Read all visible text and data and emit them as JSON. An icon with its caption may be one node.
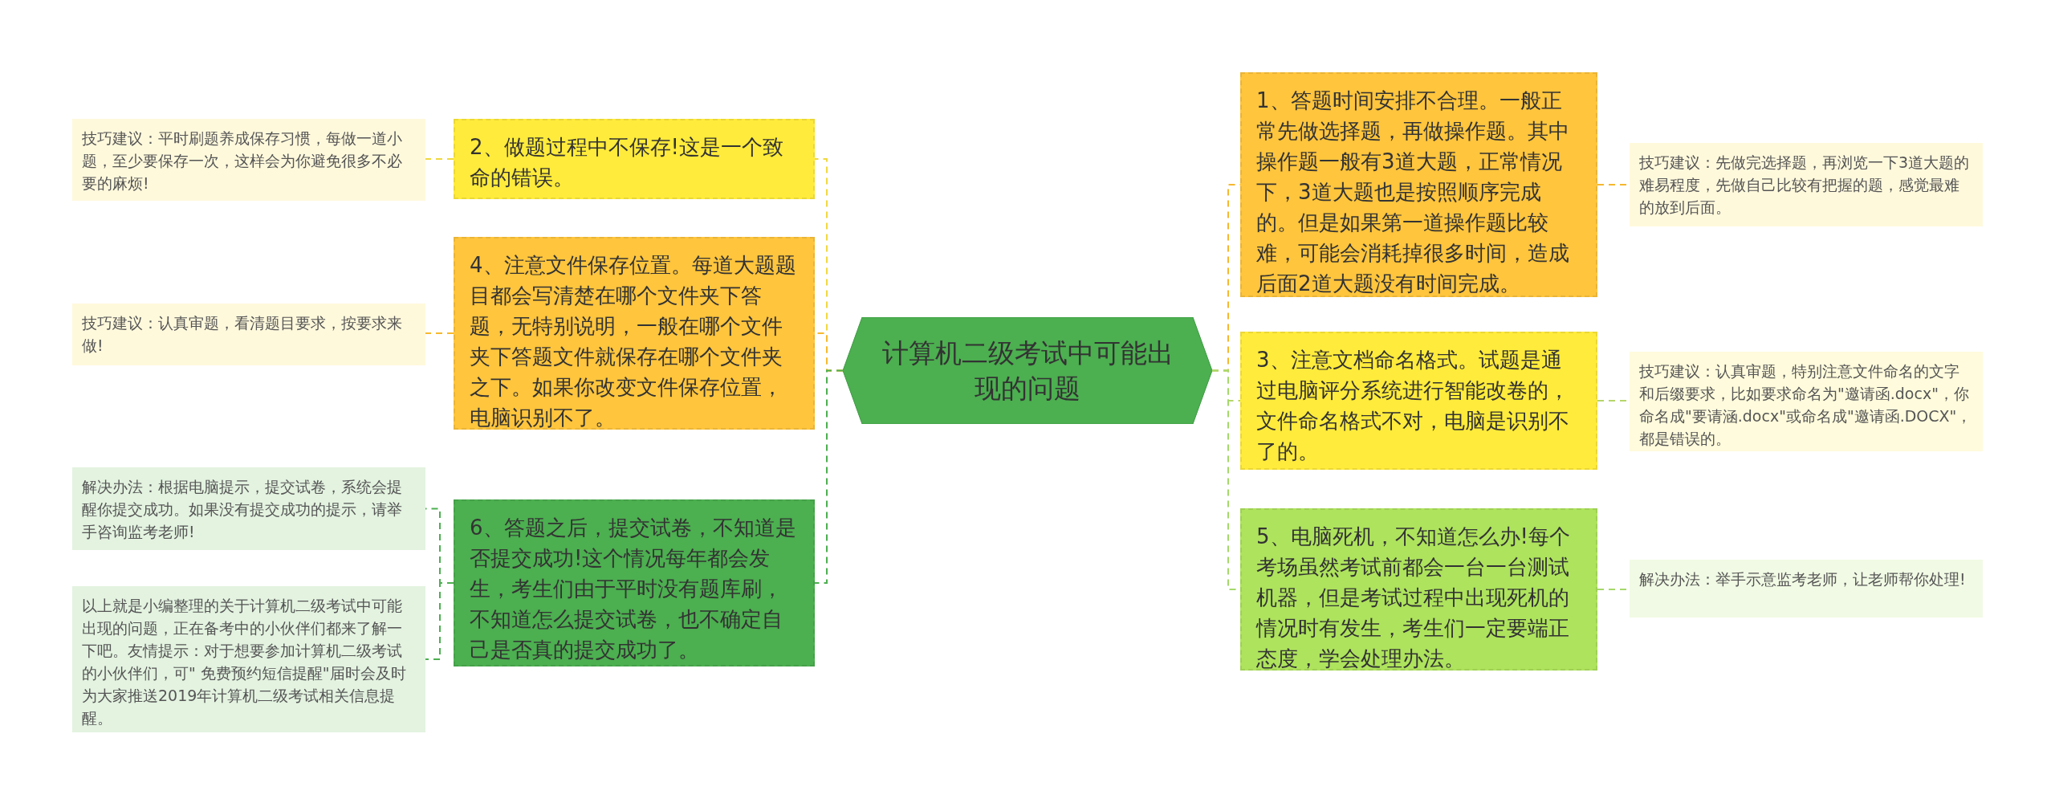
{
  "diagram": {
    "nodes": [
      {
        "text": [
          "计算机二级考试中可能出现的问题"
        ]
      },
      {
        "text": [
          "1、答题时间安排不合理。一般正常先做选择题，再做操作题。其中操作题一般有3道大题，正常情况下，3道大题也是按照顺序完成的。但是如果第一道操作题比较难，可能会消耗掉很多时间，造成后面2道大题没有时间完成。"
        ]
      },
      {
        "text": [
          "技巧建议：先做完选择题，再浏览一下3道大题的难易程度，先做自己比较有把握的题，感觉最难的放到后面。"
        ]
      },
      {
        "text": [
          "3、注意文档命名格式。试题是通过电脑评分系统进行智能改卷的，文件命名格式不对，电脑是识别不了的。"
        ]
      },
      {
        "text": [
          "技巧建议：认真审题，特别注意文件命名的文字和后缀要求，比如要求命名为\"邀请函.docx\"，你命名成\"要请涵.docx\"或命名成\"邀请函.DOCX\"，都是错误的。"
        ]
      },
      {
        "text": [
          "5、电脑死机，不知道怎么办!每个考场虽然考试前都会一台一台测试机器，但是考试过程中出现死机的情况时有发生，考生们一定要端正态度，学会处理办法。"
        ]
      },
      {
        "text": [
          "解决办法：举手示意监考老师，让老师帮你处理!"
        ]
      },
      {
        "text": [
          "2、做题过程中不保存!这是一个致命的错误。"
        ]
      },
      {
        "text": [
          "技巧建议：平时刷题养成保存习惯，每做一道小题，至少要保存一次，这样会为你避免很多不必要的麻烦!"
        ]
      },
      {
        "text": [
          "4、注意文件保存位置。每道大题题目都会写清楚在哪个文件夹下答题，无特别说明，一般在哪个文件夹下答题文件就保存在哪个文件夹之下。如果你改变文件保存位置，电脑识别不了。"
        ]
      },
      {
        "text": [
          "技巧建议：认真审题，看清题目要求，按要求来做!"
        ]
      },
      {
        "text": [
          "6、答题之后，提交试卷，不知道是否提交成功!这个情况每年都会发生，考生们由于平时没有题库刷，不知道怎么提交试卷，也不确定自己是否真的提交成功了。"
        ]
      },
      {
        "text": [
          "解决办法：根据电脑提示，提交试卷，系统会提醒你提交成功。如果没有提交成功的提示，请举手咨询监考老师!"
        ]
      },
      {
        "text": [
          "以上就是小编整理的关于计算机二级考试中可能出现的问题，正在备考中的小伙伴们都来了解一下吧。友情提示：对于想要参加计算机二级考试的小伙伴们，可\" 免费预约短信提醒\"届时会及时为大家推送2019年计算机二级考试相关信息提醒。"
        ]
      }
    ],
    "edges": [
      {
        "from": 0,
        "to": 1,
        "arrow": "none",
        "style": "dashed",
        "color": "#f5b82e"
      },
      {
        "from": 1,
        "to": 2,
        "arrow": "none",
        "style": "dashed",
        "color": "#f5b82e"
      },
      {
        "from": 0,
        "to": 3,
        "arrow": "none",
        "style": "dashed",
        "color": "#b5d56a"
      },
      {
        "from": 3,
        "to": 4,
        "arrow": "none",
        "style": "dashed",
        "color": "#b5d56a"
      },
      {
        "from": 0,
        "to": 5,
        "arrow": "none",
        "style": "dashed",
        "color": "#a5d86a"
      },
      {
        "from": 5,
        "to": 6,
        "arrow": "none",
        "style": "dashed",
        "color": "#a5d86a"
      },
      {
        "from": 0,
        "to": 7,
        "arrow": "none",
        "style": "dashed",
        "color": "#f0d840"
      },
      {
        "from": 7,
        "to": 8,
        "arrow": "none",
        "style": "dashed",
        "color": "#f0d840"
      },
      {
        "from": 0,
        "to": 9,
        "arrow": "none",
        "style": "dashed",
        "color": "#f5b82e"
      },
      {
        "from": 9,
        "to": 10,
        "arrow": "none",
        "style": "dashed",
        "color": "#f5b82e"
      },
      {
        "from": 0,
        "to": 11,
        "arrow": "none",
        "style": "dashed",
        "color": "#4caf50"
      },
      {
        "from": 11,
        "to": 12,
        "arrow": "none",
        "style": "dashed",
        "color": "#4caf50"
      },
      {
        "from": 11,
        "to": 13,
        "arrow": "none",
        "style": "dashed",
        "color": "#4caf50"
      }
    ]
  }
}
